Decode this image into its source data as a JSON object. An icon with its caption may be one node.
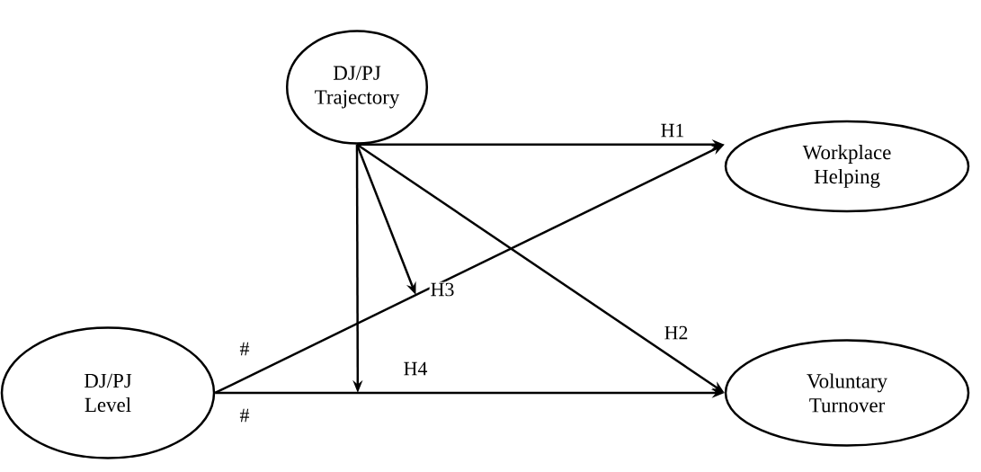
{
  "diagram": {
    "nodes": [
      {
        "text": [
          "DJ/PJ Trajectory"
        ]
      },
      {
        "text": [
          "Workplace Helping"
        ]
      },
      {
        "text": [
          "DJ/PJ Level"
        ]
      },
      {
        "text": [
          "Voluntary Turnover"
        ]
      }
    ],
    "edges": [
      {
        "from": 0,
        "to": 1,
        "arrow": "to",
        "label": "H1"
      },
      {
        "from": 0,
        "to": 3,
        "arrow": "to",
        "label": "H2"
      },
      {
        "from": 0,
        "to": null,
        "arrow": "to",
        "label": "H3"
      },
      {
        "from": 0,
        "to": null,
        "arrow": "to",
        "label": "H4"
      },
      {
        "from": 2,
        "to": 1,
        "arrow": "to",
        "label": "#"
      },
      {
        "from": 2,
        "to": 3,
        "arrow": "to",
        "label": "#"
      }
    ]
  }
}
